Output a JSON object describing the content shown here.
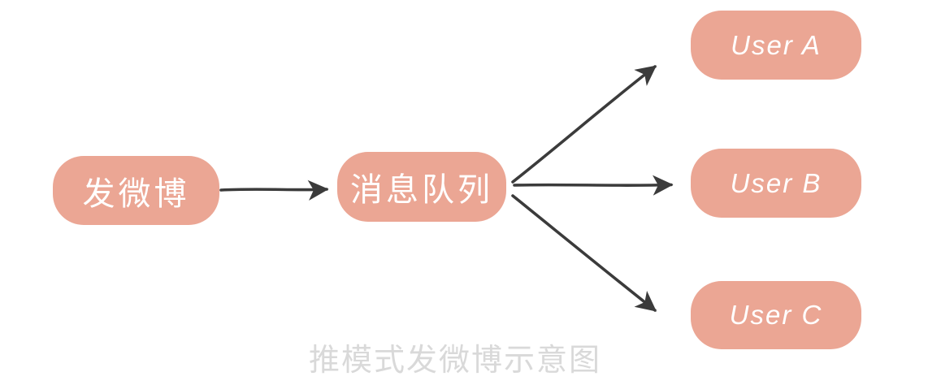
{
  "diagram": {
    "caption": "推模式发微博示意图",
    "nodes": [
      {
        "id": "post-weibo",
        "label": "发微博"
      },
      {
        "id": "message-queue",
        "label": "消息队列"
      },
      {
        "id": "user-a",
        "label": "User A"
      },
      {
        "id": "user-b",
        "label": "User B"
      },
      {
        "id": "user-c",
        "label": "User C"
      }
    ],
    "edges": [
      {
        "from": "post-weibo",
        "to": "message-queue"
      },
      {
        "from": "message-queue",
        "to": "user-a"
      },
      {
        "from": "message-queue",
        "to": "user-b"
      },
      {
        "from": "message-queue",
        "to": "user-c"
      }
    ],
    "colors": {
      "node_fill": "#EBA694",
      "node_text": "#FFFFFF",
      "arrow": "#3B3B3B",
      "caption_text": "#D9D9D9",
      "background": "#FFFFFF"
    }
  }
}
